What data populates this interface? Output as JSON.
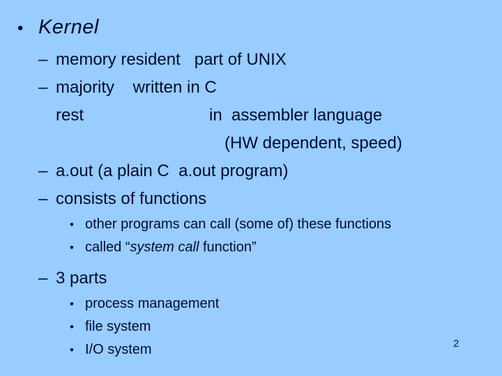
{
  "slide": {
    "background_color": "#99CCFF",
    "text_color": "#000C30",
    "page_number": "2",
    "lines": [
      {
        "style": "title",
        "marker": "•",
        "segments": [
          {
            "text": "Kernel",
            "italic": true
          }
        ]
      },
      {
        "style": "l1",
        "marker": "–",
        "segments": [
          {
            "text": "memory resident   part of UNIX",
            "italic": false
          }
        ]
      },
      {
        "style": "l1",
        "marker": "–",
        "segments": [
          {
            "text": "majority    written in C",
            "italic": false
          }
        ]
      },
      {
        "style": "l1cont",
        "marker": "",
        "segments": [
          {
            "text": "rest                           in  assembler language",
            "italic": false
          }
        ]
      },
      {
        "style": "hw",
        "marker": "",
        "segments": [
          {
            "text": "(HW dependent, speed)",
            "italic": false
          }
        ]
      },
      {
        "style": "l1",
        "marker": "–",
        "segments": [
          {
            "text": "a.out (a plain C  a.out program)",
            "italic": false
          }
        ]
      },
      {
        "style": "l1",
        "marker": "–",
        "segments": [
          {
            "text": "consists of functions",
            "italic": false
          }
        ]
      },
      {
        "style": "l2",
        "marker": "•",
        "segments": [
          {
            "text": "other programs can call (some of) these functions",
            "italic": false
          }
        ]
      },
      {
        "style": "l2",
        "marker": "•",
        "segments": [
          {
            "text": "called “",
            "italic": false
          },
          {
            "text": "system call",
            "italic": true
          },
          {
            "text": " function”",
            "italic": false
          }
        ]
      },
      {
        "style": "l1 gap",
        "marker": "–",
        "segments": [
          {
            "text": "3 parts",
            "italic": false
          }
        ]
      },
      {
        "style": "l2",
        "marker": "•",
        "segments": [
          {
            "text": "process management",
            "italic": false
          }
        ]
      },
      {
        "style": "l2",
        "marker": "•",
        "segments": [
          {
            "text": "file system",
            "italic": false
          }
        ]
      },
      {
        "style": "l2",
        "marker": "•",
        "segments": [
          {
            "text": "I/O system",
            "italic": false
          }
        ]
      }
    ]
  }
}
